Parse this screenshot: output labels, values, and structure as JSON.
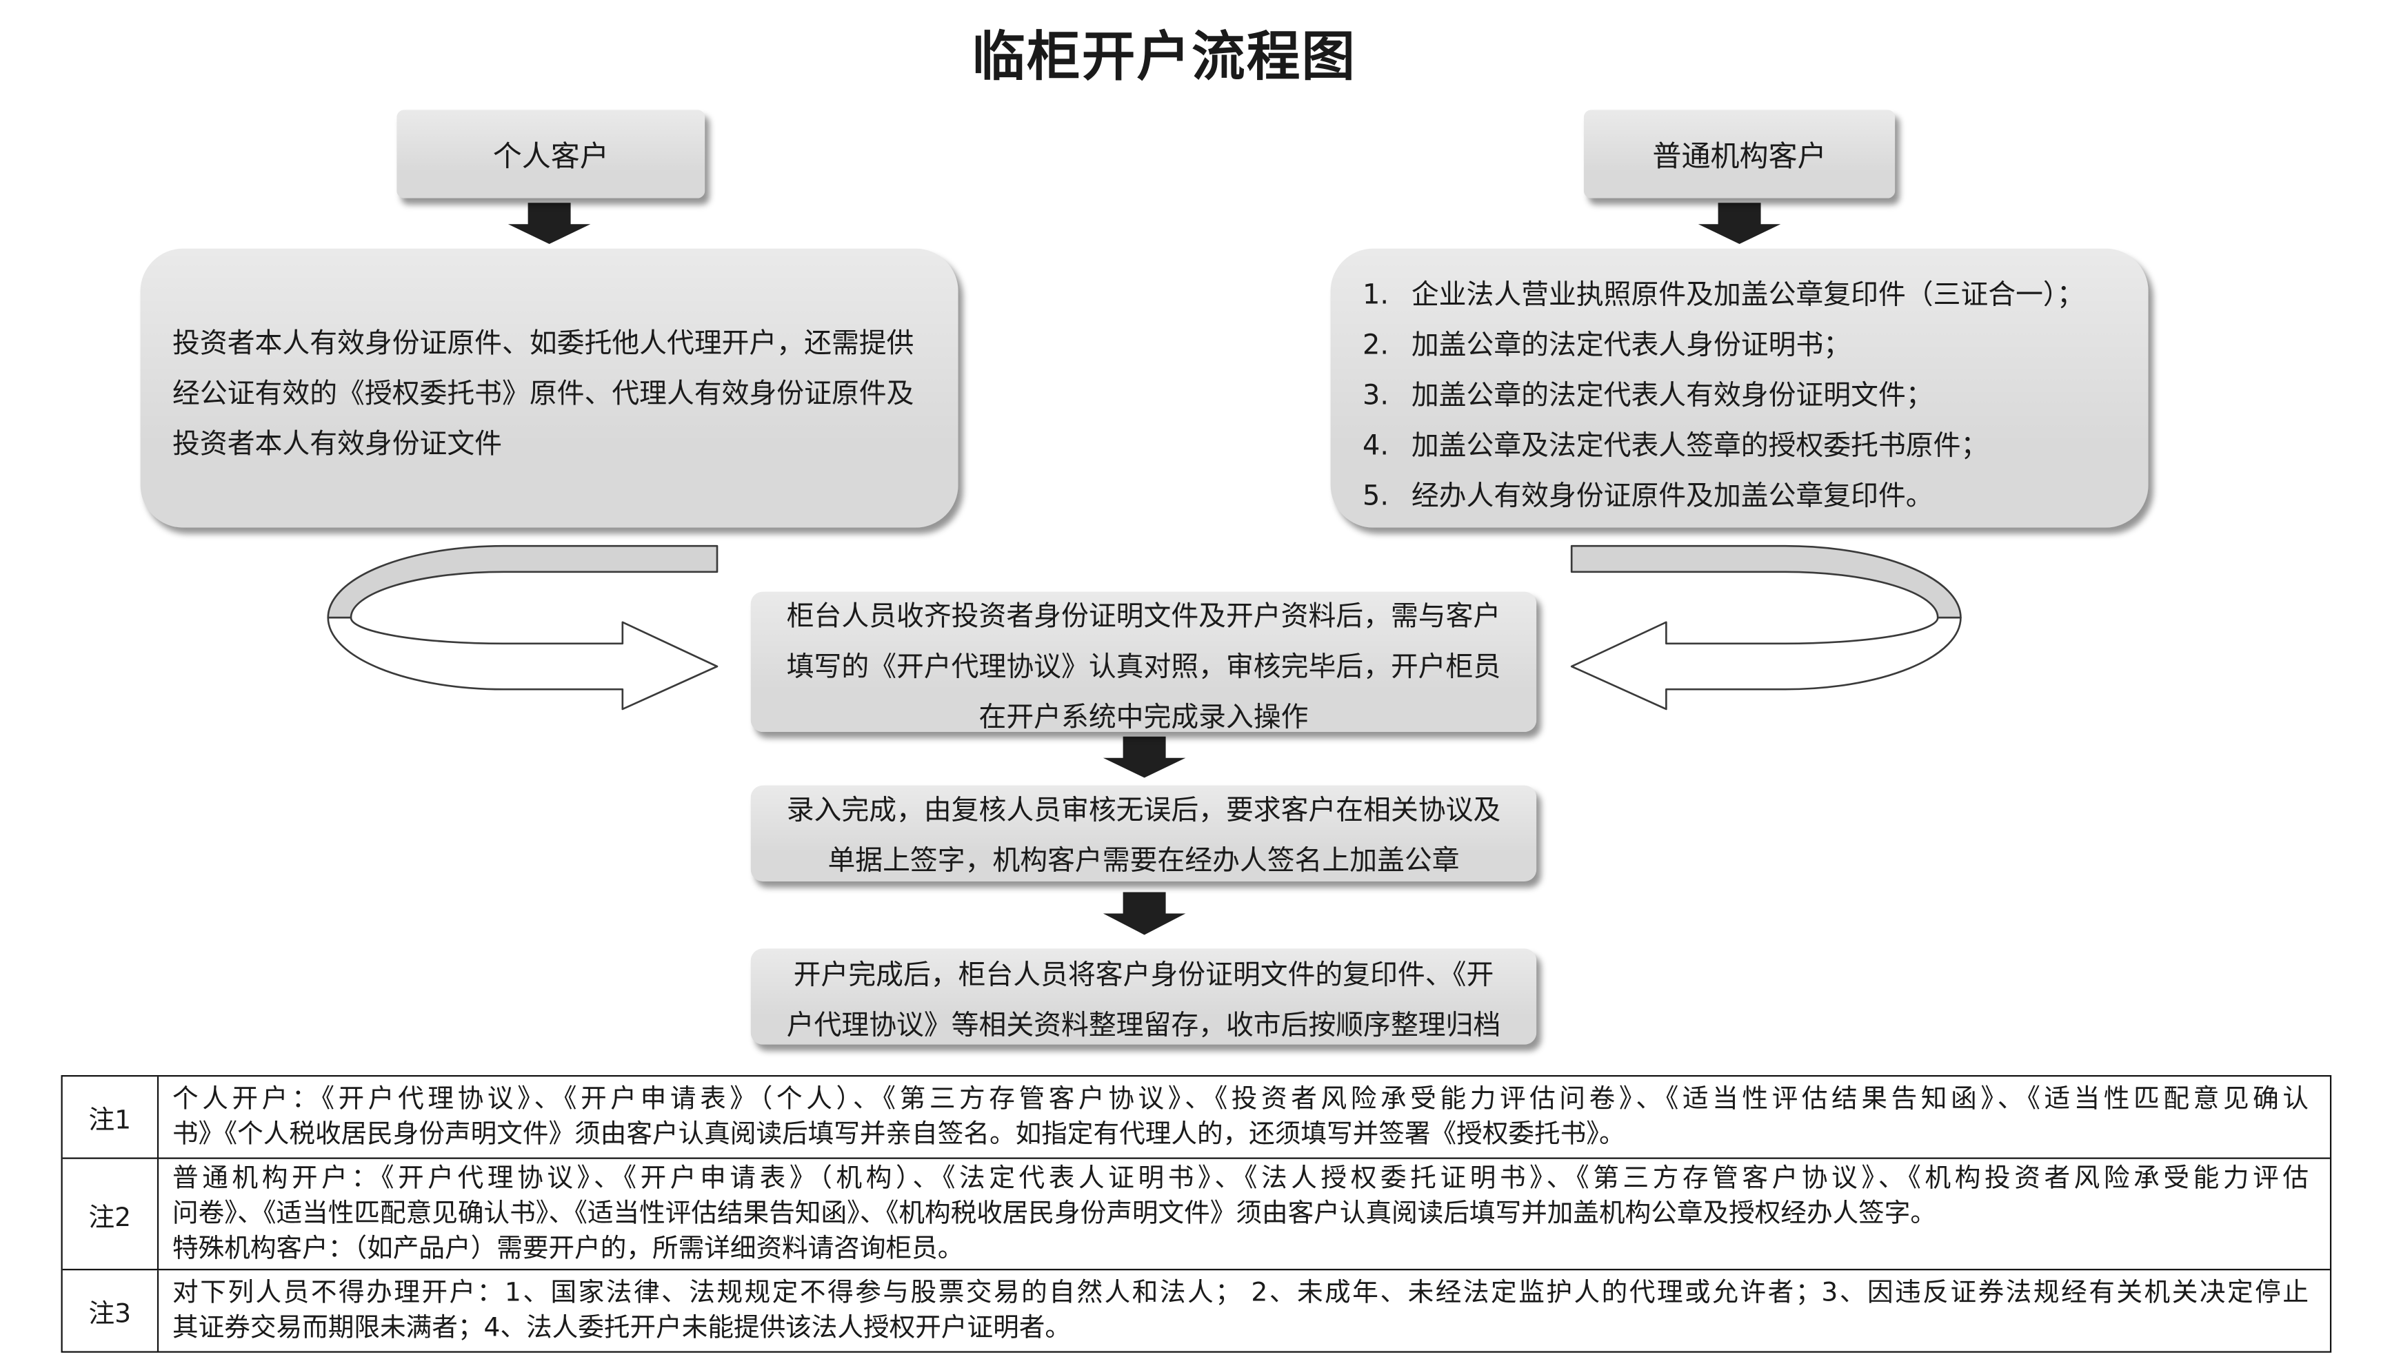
{
  "title": "临柜开户流程图",
  "personal": {
    "label": "个人客户",
    "lines": [
      "投资者本人有效身份证原件、如委托他人代理开户，还需提供",
      "经公证有效的《授权委托书》原件、代理人有效身份证原件及",
      "投资者本人有效身份证文件"
    ]
  },
  "institution": {
    "label": "普通机构客户",
    "items": [
      {
        "num": "1.",
        "text": "企业法人营业执照原件及加盖公章复印件（三证合一）；"
      },
      {
        "num": "2.",
        "text": "加盖公章的法定代表人身份证明书；"
      },
      {
        "num": "3.",
        "text": "加盖公章的法定代表人有效身份证明文件；"
      },
      {
        "num": "4.",
        "text": "加盖公章及法定代表人签章的授权委托书原件；"
      },
      {
        "num": "5.",
        "text": "经办人有效身份证原件及加盖公章复印件。"
      }
    ]
  },
  "steps": [
    {
      "lines": [
        "柜台人员收齐投资者身份证明文件及开户资料后，需与客户",
        "填写的《开户代理协议》认真对照，审核完毕后，开户柜员",
        "在开户系统中完成录入操作"
      ]
    },
    {
      "lines": [
        "录入完成，由复核人员审核无误后，要求客户在相关协议及",
        "单据上签字，机构客户需要在经办人签名上加盖公章"
      ]
    },
    {
      "lines": [
        "开户完成后，柜台人员将客户身份证明文件的复印件、《开",
        "户代理协议》等相关资料整理留存，收市后按顺序整理归档"
      ]
    }
  ],
  "notes": [
    {
      "label": "注1",
      "lines": [
        "个人开户：《开户代理协议》、《开户申请表》（个人）、《第三方存管客户协议》、《投资者风险承受能力评估问卷》、《适当性评估结果告知函》、《适当性匹配意见确认",
        "书》《个人税收居民身份声明文件》须由客户认真阅读后填写并亲自签名。如指定有代理人的，还须填写并签署《授权委托书》。"
      ]
    },
    {
      "label": "注2",
      "lines": [
        "普通机构开户：《开户代理协议》、《开户申请表》（机构）、《法定代表人证明书》、《法人授权委托证明书》、《第三方存管客户协议》、《机构投资者风险承受能力评估",
        "问卷》、《适当性匹配意见确认书》、《适当性评估结果告知函》、《机构税收居民身份声明文件》须由客户认真阅读后填写并加盖机构公章及授权经办人签字。",
        "特殊机构客户：（如产品户）需要开户的，所需详细资料请咨询柜员。"
      ]
    },
    {
      "label": "注3",
      "lines": [
        "对下列人员不得办理开户：1、国家法律、法规规定不得参与股票交易的自然人和法人； 2、未成年、未经法定监护人的代理或允许者；3、因违反证券法规经有关机关决定停止",
        "其证券交易而期限未满者；4、法人委托开户未能提供该法人授权开户证明者。"
      ]
    }
  ],
  "colors": {
    "box_fill": "#d9d9d9",
    "arrow_fill": "#1f1f1f",
    "text": "#1a1a1a",
    "border": "#111111"
  }
}
